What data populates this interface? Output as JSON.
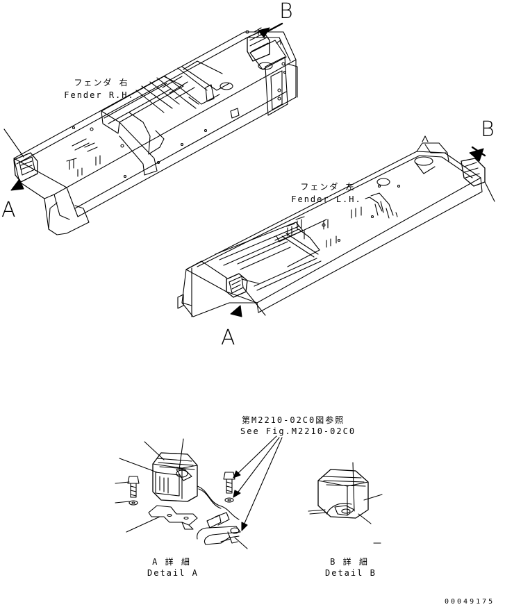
{
  "fender_rh": {
    "jp": "フェンダ 右",
    "en": "Fender R.H."
  },
  "fender_lh": {
    "jp": "フェンダ 左",
    "en": "Fender L.H."
  },
  "view_letters": {
    "a1": "A",
    "b1": "B",
    "a2": "A",
    "b2": "B"
  },
  "reference": {
    "jp": "第M2210-02C0図参照",
    "en": "See Fig.M2210-02C0"
  },
  "detail_a": {
    "jp": "A 詳 細",
    "en": "Detail A"
  },
  "detail_b": {
    "jp": "B 詳 細",
    "en": "Detail B"
  },
  "drawing_number": "00049175"
}
